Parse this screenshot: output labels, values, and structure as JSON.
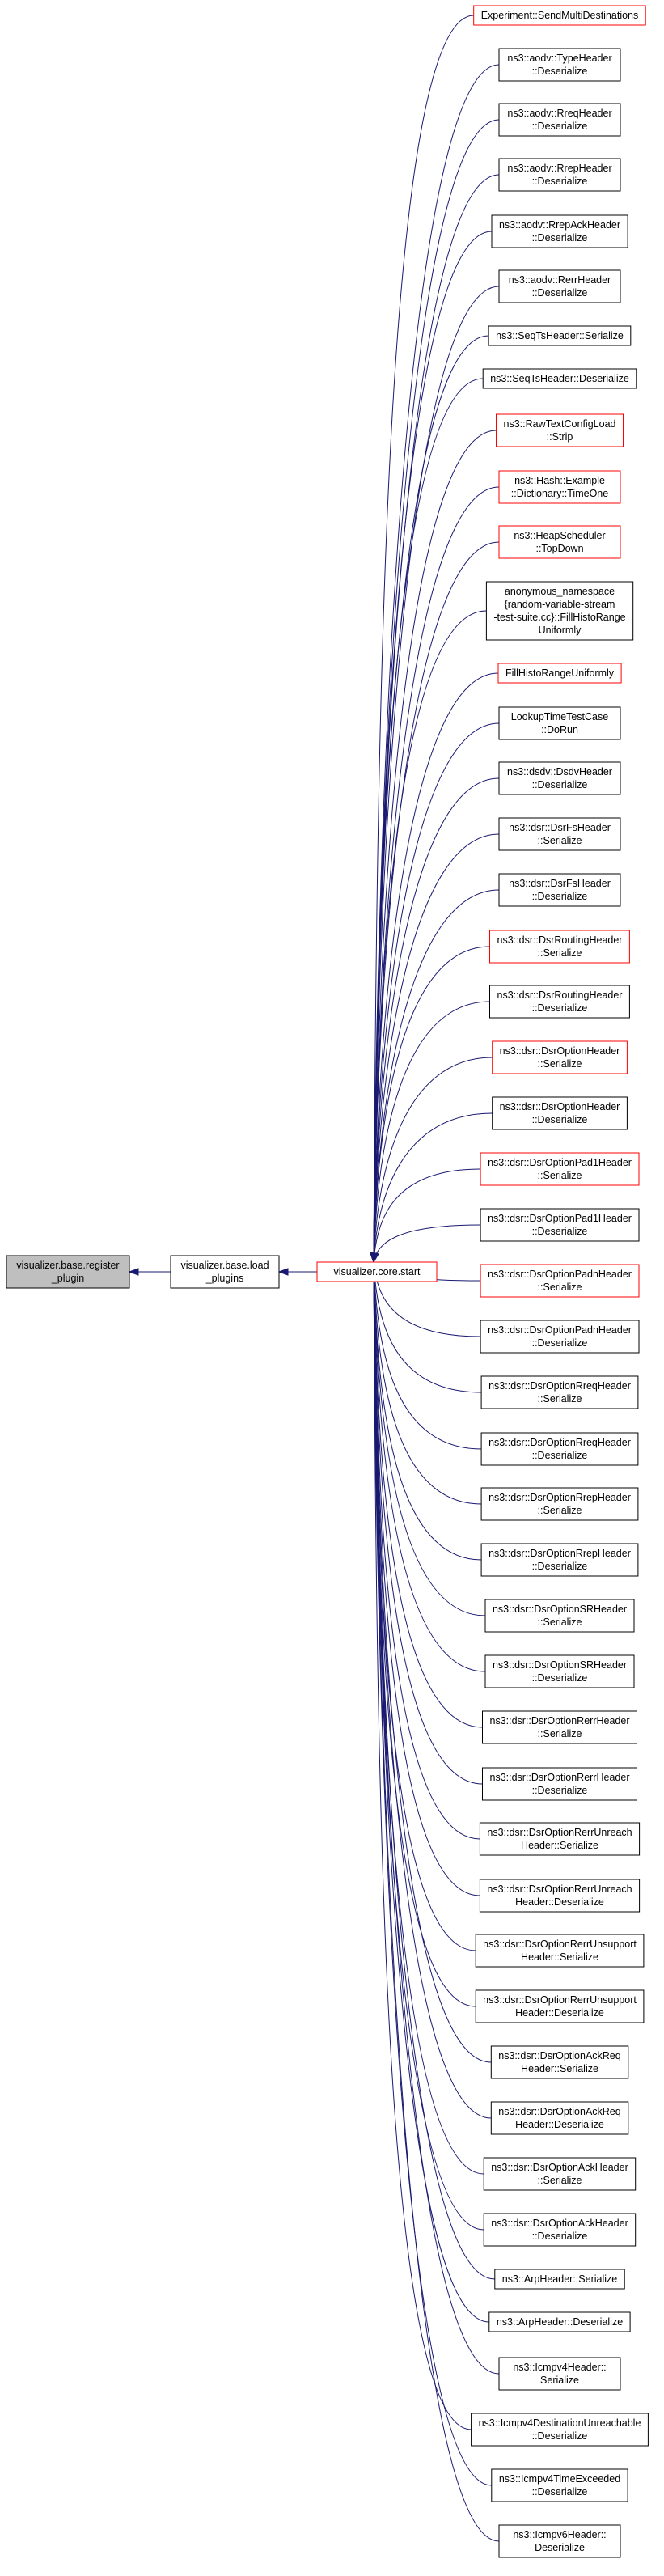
{
  "colors": {
    "edge": "#191970",
    "node_border": "#000000",
    "node_border_highlight": "#ff0000",
    "node_fill": "#ffffff",
    "node_fill_focus": "#bfbfbf"
  },
  "diagram": {
    "focus": {
      "id": "register",
      "lines": [
        "visualizer.base.register",
        "_plugin"
      ]
    },
    "caller_1": {
      "id": "load",
      "lines": [
        "visualizer.base.load",
        "_plugins"
      ]
    },
    "hub": {
      "id": "start",
      "lines": [
        "visualizer.core.start"
      ],
      "highlight": true
    },
    "callers": [
      {
        "id": "c0",
        "lines": [
          "Experiment::SendMultiDestinations"
        ],
        "highlight": true
      },
      {
        "id": "c1",
        "lines": [
          "ns3::aodv::TypeHeader",
          "::Deserialize"
        ]
      },
      {
        "id": "c2",
        "lines": [
          "ns3::aodv::RreqHeader",
          "::Deserialize"
        ]
      },
      {
        "id": "c3",
        "lines": [
          "ns3::aodv::RrepHeader",
          "::Deserialize"
        ]
      },
      {
        "id": "c4",
        "lines": [
          "ns3::aodv::RrepAckHeader",
          "::Deserialize"
        ]
      },
      {
        "id": "c5",
        "lines": [
          "ns3::aodv::RerrHeader",
          "::Deserialize"
        ]
      },
      {
        "id": "c6",
        "lines": [
          "ns3::SeqTsHeader::Serialize"
        ]
      },
      {
        "id": "c7",
        "lines": [
          "ns3::SeqTsHeader::Deserialize"
        ]
      },
      {
        "id": "c8",
        "lines": [
          "ns3::RawTextConfigLoad",
          "::Strip"
        ],
        "highlight": true
      },
      {
        "id": "c9",
        "lines": [
          "ns3::Hash::Example",
          "::Dictionary::TimeOne"
        ],
        "highlight": true
      },
      {
        "id": "c10",
        "lines": [
          "ns3::HeapScheduler",
          "::TopDown"
        ],
        "highlight": true
      },
      {
        "id": "c11",
        "lines": [
          "anonymous_namespace",
          "{random-variable-stream",
          "-test-suite.cc}::FillHistoRange",
          "Uniformly"
        ]
      },
      {
        "id": "c12",
        "lines": [
          "FillHistoRangeUniformly"
        ],
        "highlight": true
      },
      {
        "id": "c13",
        "lines": [
          "LookupTimeTestCase",
          "::DoRun"
        ]
      },
      {
        "id": "c14",
        "lines": [
          "ns3::dsdv::DsdvHeader",
          "::Deserialize"
        ]
      },
      {
        "id": "c15",
        "lines": [
          "ns3::dsr::DsrFsHeader",
          "::Serialize"
        ]
      },
      {
        "id": "c16",
        "lines": [
          "ns3::dsr::DsrFsHeader",
          "::Deserialize"
        ]
      },
      {
        "id": "c17",
        "lines": [
          "ns3::dsr::DsrRoutingHeader",
          "::Serialize"
        ],
        "highlight": true
      },
      {
        "id": "c18",
        "lines": [
          "ns3::dsr::DsrRoutingHeader",
          "::Deserialize"
        ]
      },
      {
        "id": "c19",
        "lines": [
          "ns3::dsr::DsrOptionHeader",
          "::Serialize"
        ],
        "highlight": true
      },
      {
        "id": "c20",
        "lines": [
          "ns3::dsr::DsrOptionHeader",
          "::Deserialize"
        ]
      },
      {
        "id": "c21",
        "lines": [
          "ns3::dsr::DsrOptionPad1Header",
          "::Serialize"
        ],
        "highlight": true
      },
      {
        "id": "c22",
        "lines": [
          "ns3::dsr::DsrOptionPad1Header",
          "::Deserialize"
        ]
      },
      {
        "id": "c23",
        "lines": [
          "ns3::dsr::DsrOptionPadnHeader",
          "::Serialize"
        ],
        "highlight": true
      },
      {
        "id": "c24",
        "lines": [
          "ns3::dsr::DsrOptionPadnHeader",
          "::Deserialize"
        ]
      },
      {
        "id": "c25",
        "lines": [
          "ns3::dsr::DsrOptionRreqHeader",
          "::Serialize"
        ]
      },
      {
        "id": "c26",
        "lines": [
          "ns3::dsr::DsrOptionRreqHeader",
          "::Deserialize"
        ]
      },
      {
        "id": "c27",
        "lines": [
          "ns3::dsr::DsrOptionRrepHeader",
          "::Serialize"
        ]
      },
      {
        "id": "c28",
        "lines": [
          "ns3::dsr::DsrOptionRrepHeader",
          "::Deserialize"
        ]
      },
      {
        "id": "c29",
        "lines": [
          "ns3::dsr::DsrOptionSRHeader",
          "::Serialize"
        ]
      },
      {
        "id": "c30",
        "lines": [
          "ns3::dsr::DsrOptionSRHeader",
          "::Deserialize"
        ]
      },
      {
        "id": "c31",
        "lines": [
          "ns3::dsr::DsrOptionRerrHeader",
          "::Serialize"
        ]
      },
      {
        "id": "c32",
        "lines": [
          "ns3::dsr::DsrOptionRerrHeader",
          "::Deserialize"
        ]
      },
      {
        "id": "c33",
        "lines": [
          "ns3::dsr::DsrOptionRerrUnreach",
          "Header::Serialize"
        ]
      },
      {
        "id": "c34",
        "lines": [
          "ns3::dsr::DsrOptionRerrUnreach",
          "Header::Deserialize"
        ]
      },
      {
        "id": "c35",
        "lines": [
          "ns3::dsr::DsrOptionRerrUnsupport",
          "Header::Serialize"
        ]
      },
      {
        "id": "c36",
        "lines": [
          "ns3::dsr::DsrOptionRerrUnsupport",
          "Header::Deserialize"
        ]
      },
      {
        "id": "c37",
        "lines": [
          "ns3::dsr::DsrOptionAckReq",
          "Header::Serialize"
        ]
      },
      {
        "id": "c38",
        "lines": [
          "ns3::dsr::DsrOptionAckReq",
          "Header::Deserialize"
        ]
      },
      {
        "id": "c39",
        "lines": [
          "ns3::dsr::DsrOptionAckHeader",
          "::Serialize"
        ]
      },
      {
        "id": "c40",
        "lines": [
          "ns3::dsr::DsrOptionAckHeader",
          "::Deserialize"
        ]
      },
      {
        "id": "c41",
        "lines": [
          "ns3::ArpHeader::Serialize"
        ]
      },
      {
        "id": "c42",
        "lines": [
          "ns3::ArpHeader::Deserialize"
        ]
      },
      {
        "id": "c43",
        "lines": [
          "ns3::Icmpv4Header::",
          "Serialize"
        ]
      },
      {
        "id": "c44",
        "lines": [
          "ns3::Icmpv4DestinationUnreachable",
          "::Deserialize"
        ]
      },
      {
        "id": "c45",
        "lines": [
          "ns3::Icmpv4TimeExceeded",
          "::Deserialize"
        ]
      },
      {
        "id": "c46",
        "lines": [
          "ns3::Icmpv6Header::",
          "Deserialize"
        ]
      }
    ]
  }
}
